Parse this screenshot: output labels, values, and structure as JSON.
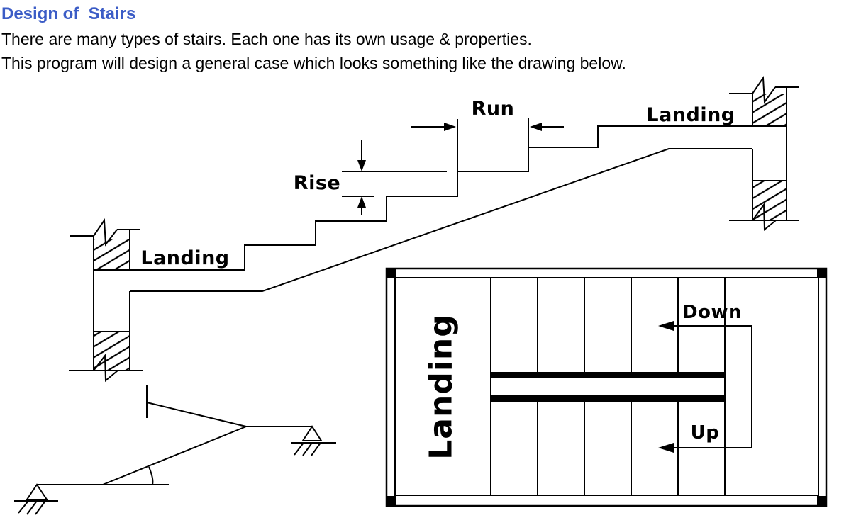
{
  "page": {
    "title": "Design of  Stairs",
    "intro": [
      "There are many types of stairs. Each one has its own usage & properties.",
      "This program will design a general case which looks something like the drawing below."
    ]
  },
  "colors": {
    "title": "#3B5CC6",
    "ink": "#000000"
  },
  "elevation": {
    "run_label": "Run",
    "rise_label": "Rise",
    "lower_landing_label": "Landing",
    "upper_landing_label": "Landing"
  },
  "plan": {
    "landing_label": "Landing",
    "down_label": "Down",
    "up_label": "Up"
  }
}
